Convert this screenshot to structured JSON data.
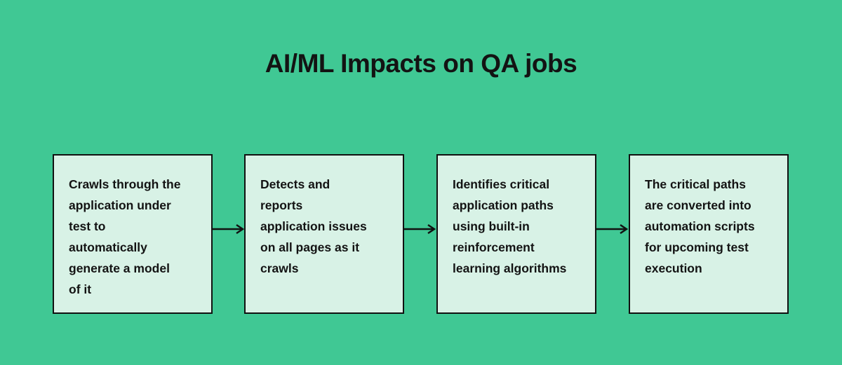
{
  "title": "AI/ML Impacts on QA jobs",
  "colors": {
    "background": "#40C894",
    "box_fill": "#D8F2E6",
    "box_border": "#111111",
    "text": "#131313",
    "arrow": "#111111"
  },
  "flow": {
    "direction": "left-to-right",
    "connector_icon": "arrow-right-icon",
    "steps": [
      {
        "text": "Crawls through the\napplication under\ntest to\nautomatically\ngenerate a model\nof it"
      },
      {
        "text": "Detects and\nreports\napplication issues\non all pages as it\ncrawls"
      },
      {
        "text": "Identifies critical\napplication paths\nusing built-in\nreinforcement\nlearning algorithms"
      },
      {
        "text": "The critical paths\nare converted into\nautomation scripts\nfor upcoming test\nexecution"
      }
    ]
  }
}
